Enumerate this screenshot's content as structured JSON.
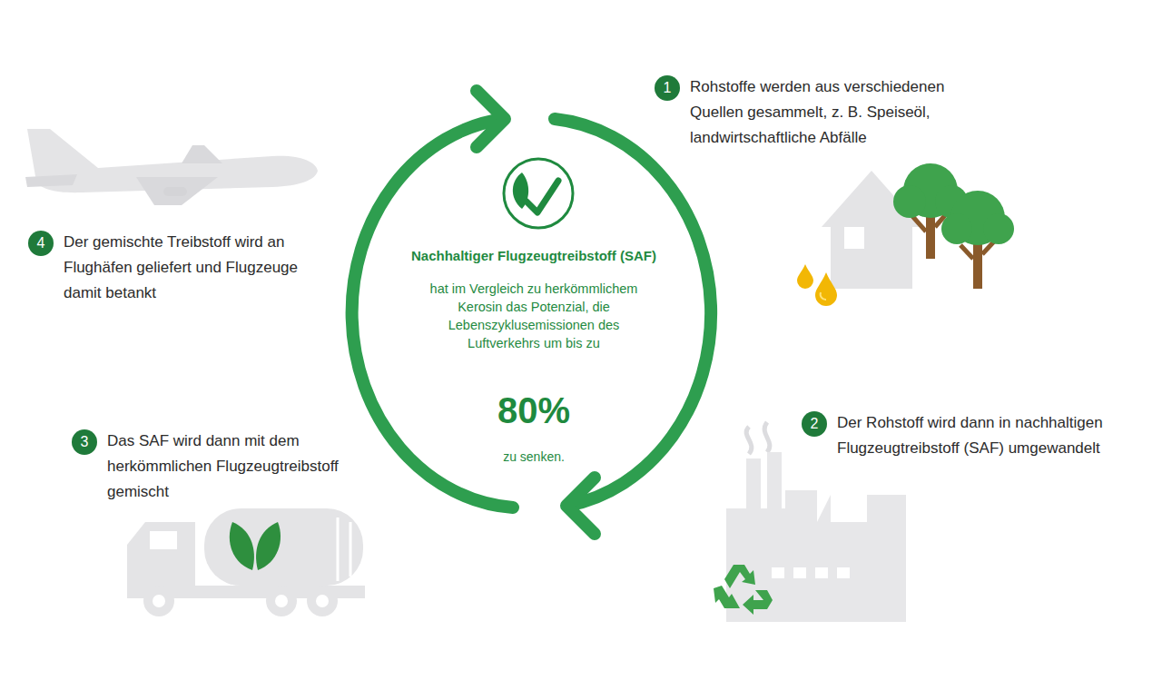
{
  "diagram": {
    "nodes": [
      {
        "text": [
          "Nachhaltiger Flugzeugtreibstoff (SAF)",
          "hat im Vergleich zu herkömmlichem Kerosin das Potenzial, die Lebenszyklusemissionen des Luftverkehrs um bis zu",
          "80%",
          "zu senken."
        ]
      },
      {
        "text": [
          "1",
          "Rohstoffe werden aus verschiedenen Quellen gesammelt, z. B. Speiseöl, landwirtschaftliche Abfälle"
        ]
      },
      {
        "text": [
          "2",
          "Der Rohstoff wird dann in nachhaltigen Flugzeugtreibstoff (SAF) umgewandelt"
        ]
      },
      {
        "text": [
          "3",
          "Das SAF wird dann mit dem herkömmlichen Flugzeugtreibstoff gemischt"
        ]
      },
      {
        "text": [
          "4",
          "Der gemischte Treibstoff wird an Flughäfen geliefert und Flugzeuge damit betankt"
        ]
      }
    ]
  }
}
